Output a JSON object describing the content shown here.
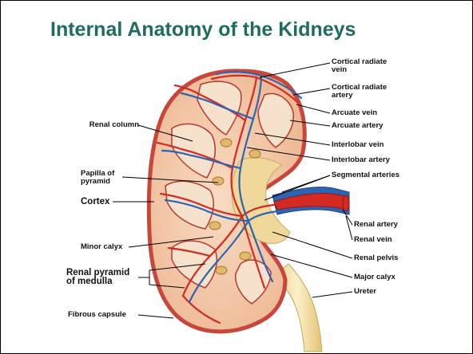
{
  "slide": {
    "title": "Internal Anatomy of the Kidneys"
  },
  "labels_left": {
    "renal_column": "Renal column",
    "papilla_line1": "Papilla of",
    "papilla_line2": "pyramid",
    "cortex": "Cortex",
    "minor_calyx": "Minor calyx",
    "renal_pyramid_line1": "Renal pyramid",
    "renal_pyramid_line2": "of medulla",
    "fibrous_capsule": "Fibrous capsule"
  },
  "labels_right": {
    "cortical_radiate_vein_line1": "Cortical radiate",
    "cortical_radiate_vein_line2": "vein",
    "cortical_radiate_artery_line1": "Cortical radiate",
    "cortical_radiate_artery_line2": "artery",
    "arcuate_vein": "Arcuate vein",
    "arcuate_artery": "Arcuate artery",
    "interlobar_vein": "Interlobar vein",
    "interlobar_artery": "Interlobar artery",
    "segmental_arteries": "Segmental arteries",
    "renal_artery": "Renal artery",
    "renal_vein": "Renal vein",
    "renal_pelvis": "Renal pelvis",
    "major_calyx": "Major calyx",
    "ureter": "Ureter"
  },
  "colors": {
    "title": "#1f6b5e",
    "capsule": "#c8463a",
    "cortex": "#f3c9a8",
    "pyramid": "#f6e2cc",
    "artery": "#d42a24",
    "vein": "#2d64b4",
    "pelvis": "#f0dba0",
    "fat": "#e9a679"
  }
}
